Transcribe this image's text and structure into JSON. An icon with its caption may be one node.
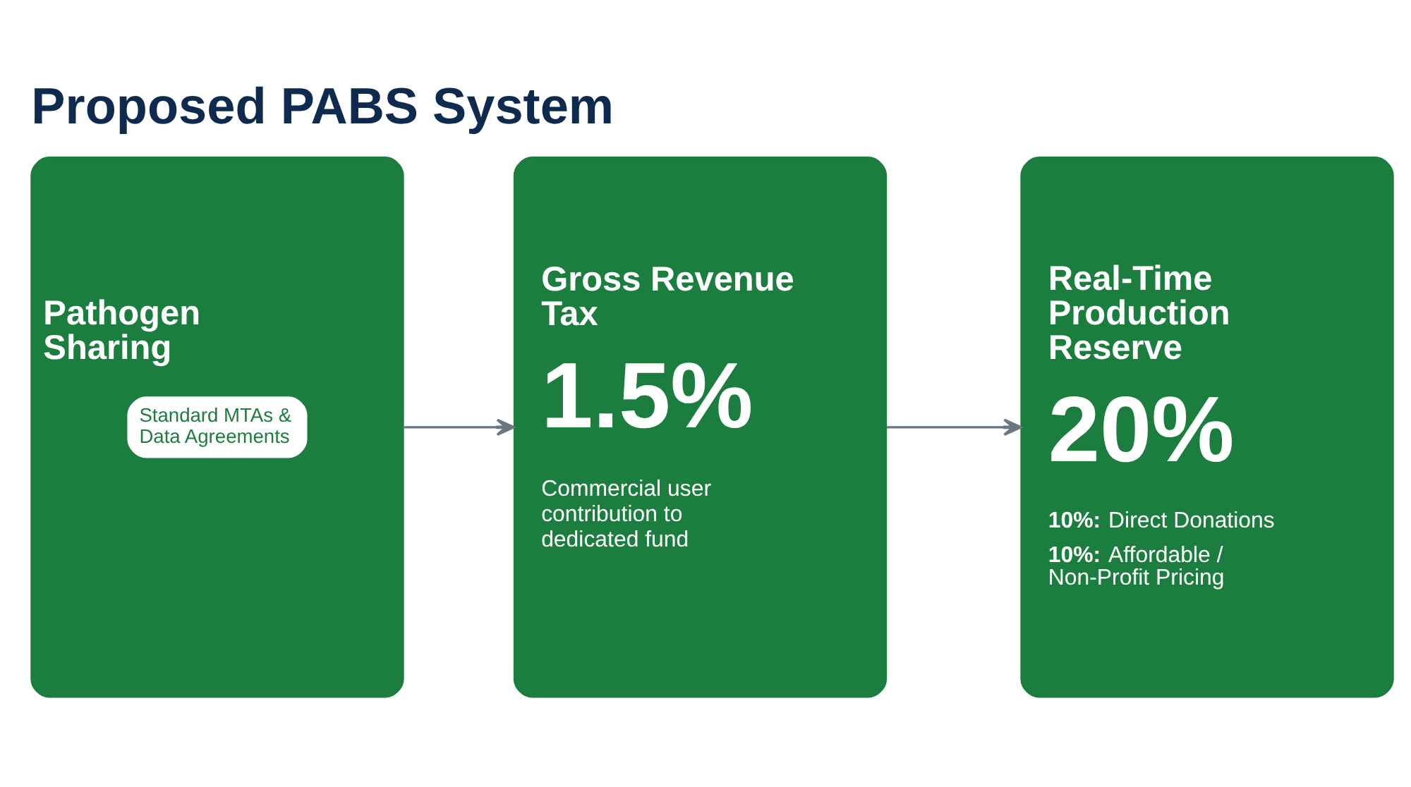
{
  "diagram": {
    "title": "Proposed PABS System",
    "nodes": [
      {
        "text": [
          "Pathogen Sharing"
        ]
      },
      {
        "text": [
          "Standard MTAs & Data Agreements"
        ],
        "in": 0
      },
      {
        "text": [
          "Gross Revenue Tax",
          "1.5%",
          "Commercial user contribution to dedicated fund"
        ]
      },
      {
        "text": [
          "Real-Time Production Reserve",
          "20%",
          "**10%:** Direct Donations",
          "**10%:** Affordable / Non-Profit Pricing"
        ]
      }
    ],
    "edges": [
      {
        "from": 0,
        "to": 2,
        "arrow": "to"
      },
      {
        "from": 2,
        "to": 3,
        "arrow": "to"
      }
    ]
  }
}
